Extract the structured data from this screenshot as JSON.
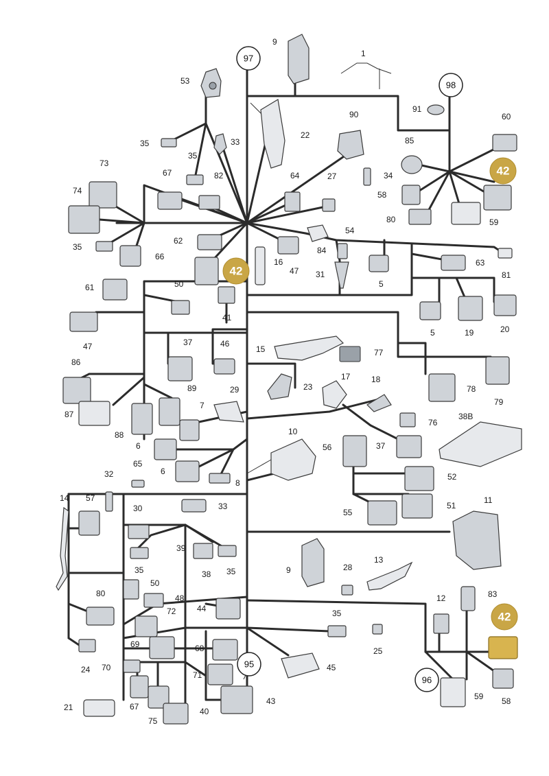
{
  "callouts": {
    "c1": "1",
    "c9a": "9",
    "c53": "53",
    "c22": "22",
    "c35a": "35",
    "c33a": "33",
    "c35b": "35",
    "c90": "90",
    "c91": "91",
    "c60": "60",
    "c85": "85",
    "c73": "73",
    "c67a": "67",
    "c82": "82",
    "c64": "64",
    "c27": "27",
    "c34": "34",
    "c74": "74",
    "c58a": "58",
    "c80a": "80",
    "c59a": "59",
    "c35c": "35",
    "c62": "62",
    "c54": "54",
    "c66": "66",
    "c16": "16",
    "c47a": "47",
    "c84": "84",
    "c63": "63",
    "c81": "81",
    "c31": "31",
    "c5a": "5",
    "c61": "61",
    "c50a": "50",
    "c41": "41",
    "c47b": "47",
    "c5b": "5",
    "c19": "19",
    "c20": "20",
    "c37a": "37",
    "c46": "46",
    "c15": "15",
    "c77": "77",
    "c86": "86",
    "c23": "23",
    "c17": "17",
    "c18": "18",
    "c79": "79",
    "c78": "78",
    "c89": "89",
    "c29": "29",
    "c87": "87",
    "c7": "7",
    "c76": "76",
    "c38b": "38B",
    "c88": "88",
    "c6a": "6",
    "c10": "10",
    "c56": "56",
    "c37b": "37",
    "c65": "65",
    "c6b": "6",
    "c8": "8",
    "c52": "52",
    "c32": "32",
    "c14": "14",
    "c57": "57",
    "c11": "11",
    "c33b": "33",
    "c30": "30",
    "c55": "55",
    "c51": "51",
    "c39": "39",
    "c35d": "35",
    "c38": "38",
    "c35e": "35",
    "c9b": "9",
    "c28": "28",
    "c13": "13",
    "c50b": "50",
    "c80b": "80",
    "c48": "48",
    "c12": "12",
    "c83": "83",
    "c72": "72",
    "c44": "44",
    "c35f": "35",
    "c69": "69",
    "c68": "68",
    "c25": "25",
    "c24": "24",
    "c70": "70",
    "c45": "45",
    "c71": "71",
    "c67b": "67",
    "c43": "43",
    "c21": "21",
    "c40": "40",
    "c75": "75",
    "c59b": "59",
    "c58b": "58"
  },
  "refs": {
    "r97": "97",
    "r98": "98",
    "r95": "95",
    "r96": "96"
  },
  "highlights": {
    "h1": "42",
    "h2": "42",
    "h3": "42"
  },
  "colors": {
    "highlight": "#c9a646",
    "wire": "#2b2b2b",
    "part": "#cfd3d8"
  }
}
